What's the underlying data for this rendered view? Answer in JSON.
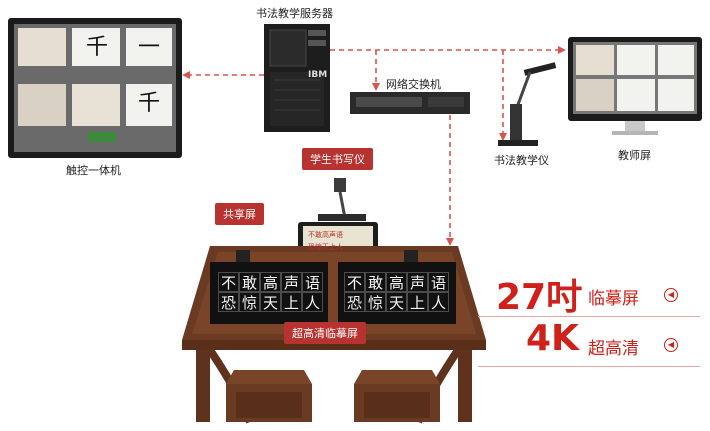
{
  "labels": {
    "server": "书法教学服务器",
    "switch": "网络交换机",
    "touch_all_in_one": "触控一体机",
    "teacher_screen": "教师屏",
    "calligraphy_device": "书法教学仪",
    "student_device": "学生书写仪",
    "shared_screen": "共享屏",
    "hd_copy_screen": "超高清临摹屏"
  },
  "server_brand": "IBM",
  "specs": {
    "size_value": "27吋",
    "size_label": "临摹屏",
    "res_value": "4K",
    "res_label": "超高清",
    "arrow_icon": "◀"
  },
  "copy_chars": {
    "row1": [
      "不",
      "敢",
      "高",
      "声",
      "语"
    ],
    "row2": [
      "恐",
      "惊",
      "天",
      "上",
      "人"
    ]
  },
  "screen_chars": [
    "千",
    "一",
    "千"
  ],
  "tablet_lines": [
    "不敢高声语",
    "恐惊天上人"
  ],
  "colors": {
    "accent": "#d0201a",
    "tag_bg": "#b8332f",
    "wood": "#6b3a22",
    "dashed_line": "#d9534f"
  }
}
